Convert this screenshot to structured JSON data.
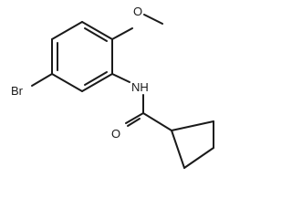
{
  "molecule": {
    "labels": {
      "oxygen_methoxy": "O",
      "nitrogen_amide": "NH",
      "bromine": "Br",
      "oxygen_carbonyl": "O"
    },
    "colors": {
      "bond": "#1a1a1a",
      "label": "#1a1a1a",
      "background": "#ffffff"
    }
  }
}
